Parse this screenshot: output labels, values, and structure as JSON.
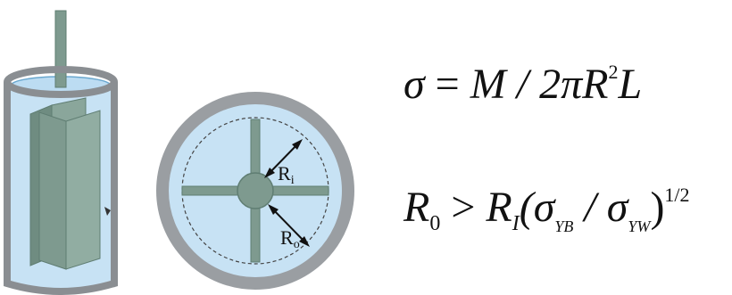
{
  "diagram": {
    "colors": {
      "vessel_outline": "#8a8e92",
      "liquid": "#c7e2f4",
      "liquid_edge": "#6aa8cf",
      "vane": "#7e9a8f",
      "vane_dark": "#5f7d72",
      "ring": "#9a9ea2",
      "dashed_circle": "#444444"
    },
    "top_view": {
      "label_inner": "R",
      "label_inner_sub": "i",
      "label_outer": "R",
      "label_outer_sub": "o"
    }
  },
  "equations": {
    "eq1": {
      "lhs": "σ",
      "rel": " = ",
      "rhs_a": "M / 2πR",
      "rhs_sup": "2",
      "rhs_b": "L"
    },
    "eq2": {
      "lhs": "R",
      "lhs_sub": "0",
      "rel": " > ",
      "rhs_a": "R",
      "rhs_a_sub": "I",
      "open": "(σ",
      "sub_yb": "YB",
      "slash": " / σ",
      "sub_yw": "YW",
      "close": ")",
      "exp": "1/2"
    }
  }
}
